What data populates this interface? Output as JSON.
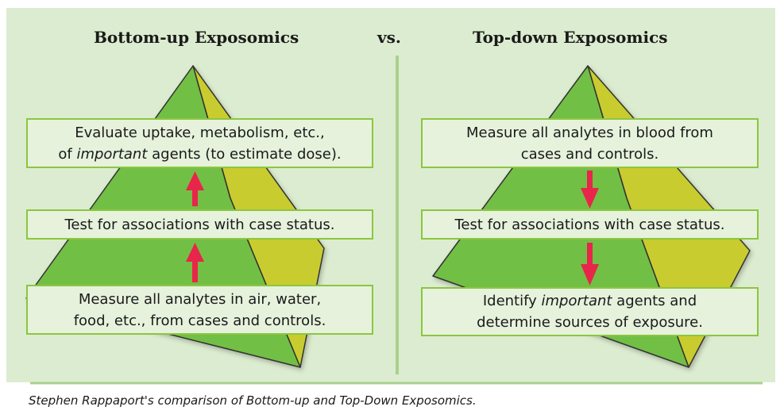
{
  "titles": {
    "left": "Bottom-up Exposomics",
    "vs": "vs.",
    "right": "Top-down Exposomics"
  },
  "left_boxes": {
    "top": {
      "line1": "Evaluate uptake, metabolism, etc.,",
      "line2_pre": "of ",
      "line2_em": "important",
      "line2_post": " agents (to estimate dose)."
    },
    "middle": "Test for associations with case status.",
    "bottom": {
      "line1": "Measure all analytes in air, water,",
      "line2": "food, etc., from cases and controls."
    }
  },
  "right_boxes": {
    "top": {
      "line1": "Measure all analytes in blood from",
      "line2": "cases and controls."
    },
    "middle": "Test for associations with case status.",
    "bottom": {
      "line1_pre": "Identify ",
      "line1_em": "important",
      "line1_post": " agents and",
      "line2": "determine sources of exposure."
    }
  },
  "caption": "Stephen Rappaport's comparison of Bottom-up and Top-Down Exposomics.",
  "colors": {
    "panel_bg": "#dcecd0",
    "pyramid_green": "#72bf44",
    "pyramid_yellow": "#c9cc2e",
    "divider": "#a9d18e",
    "box_border": "#8cc63f",
    "box_fill": "#e6f2dc",
    "arrow": "#e8254a"
  }
}
